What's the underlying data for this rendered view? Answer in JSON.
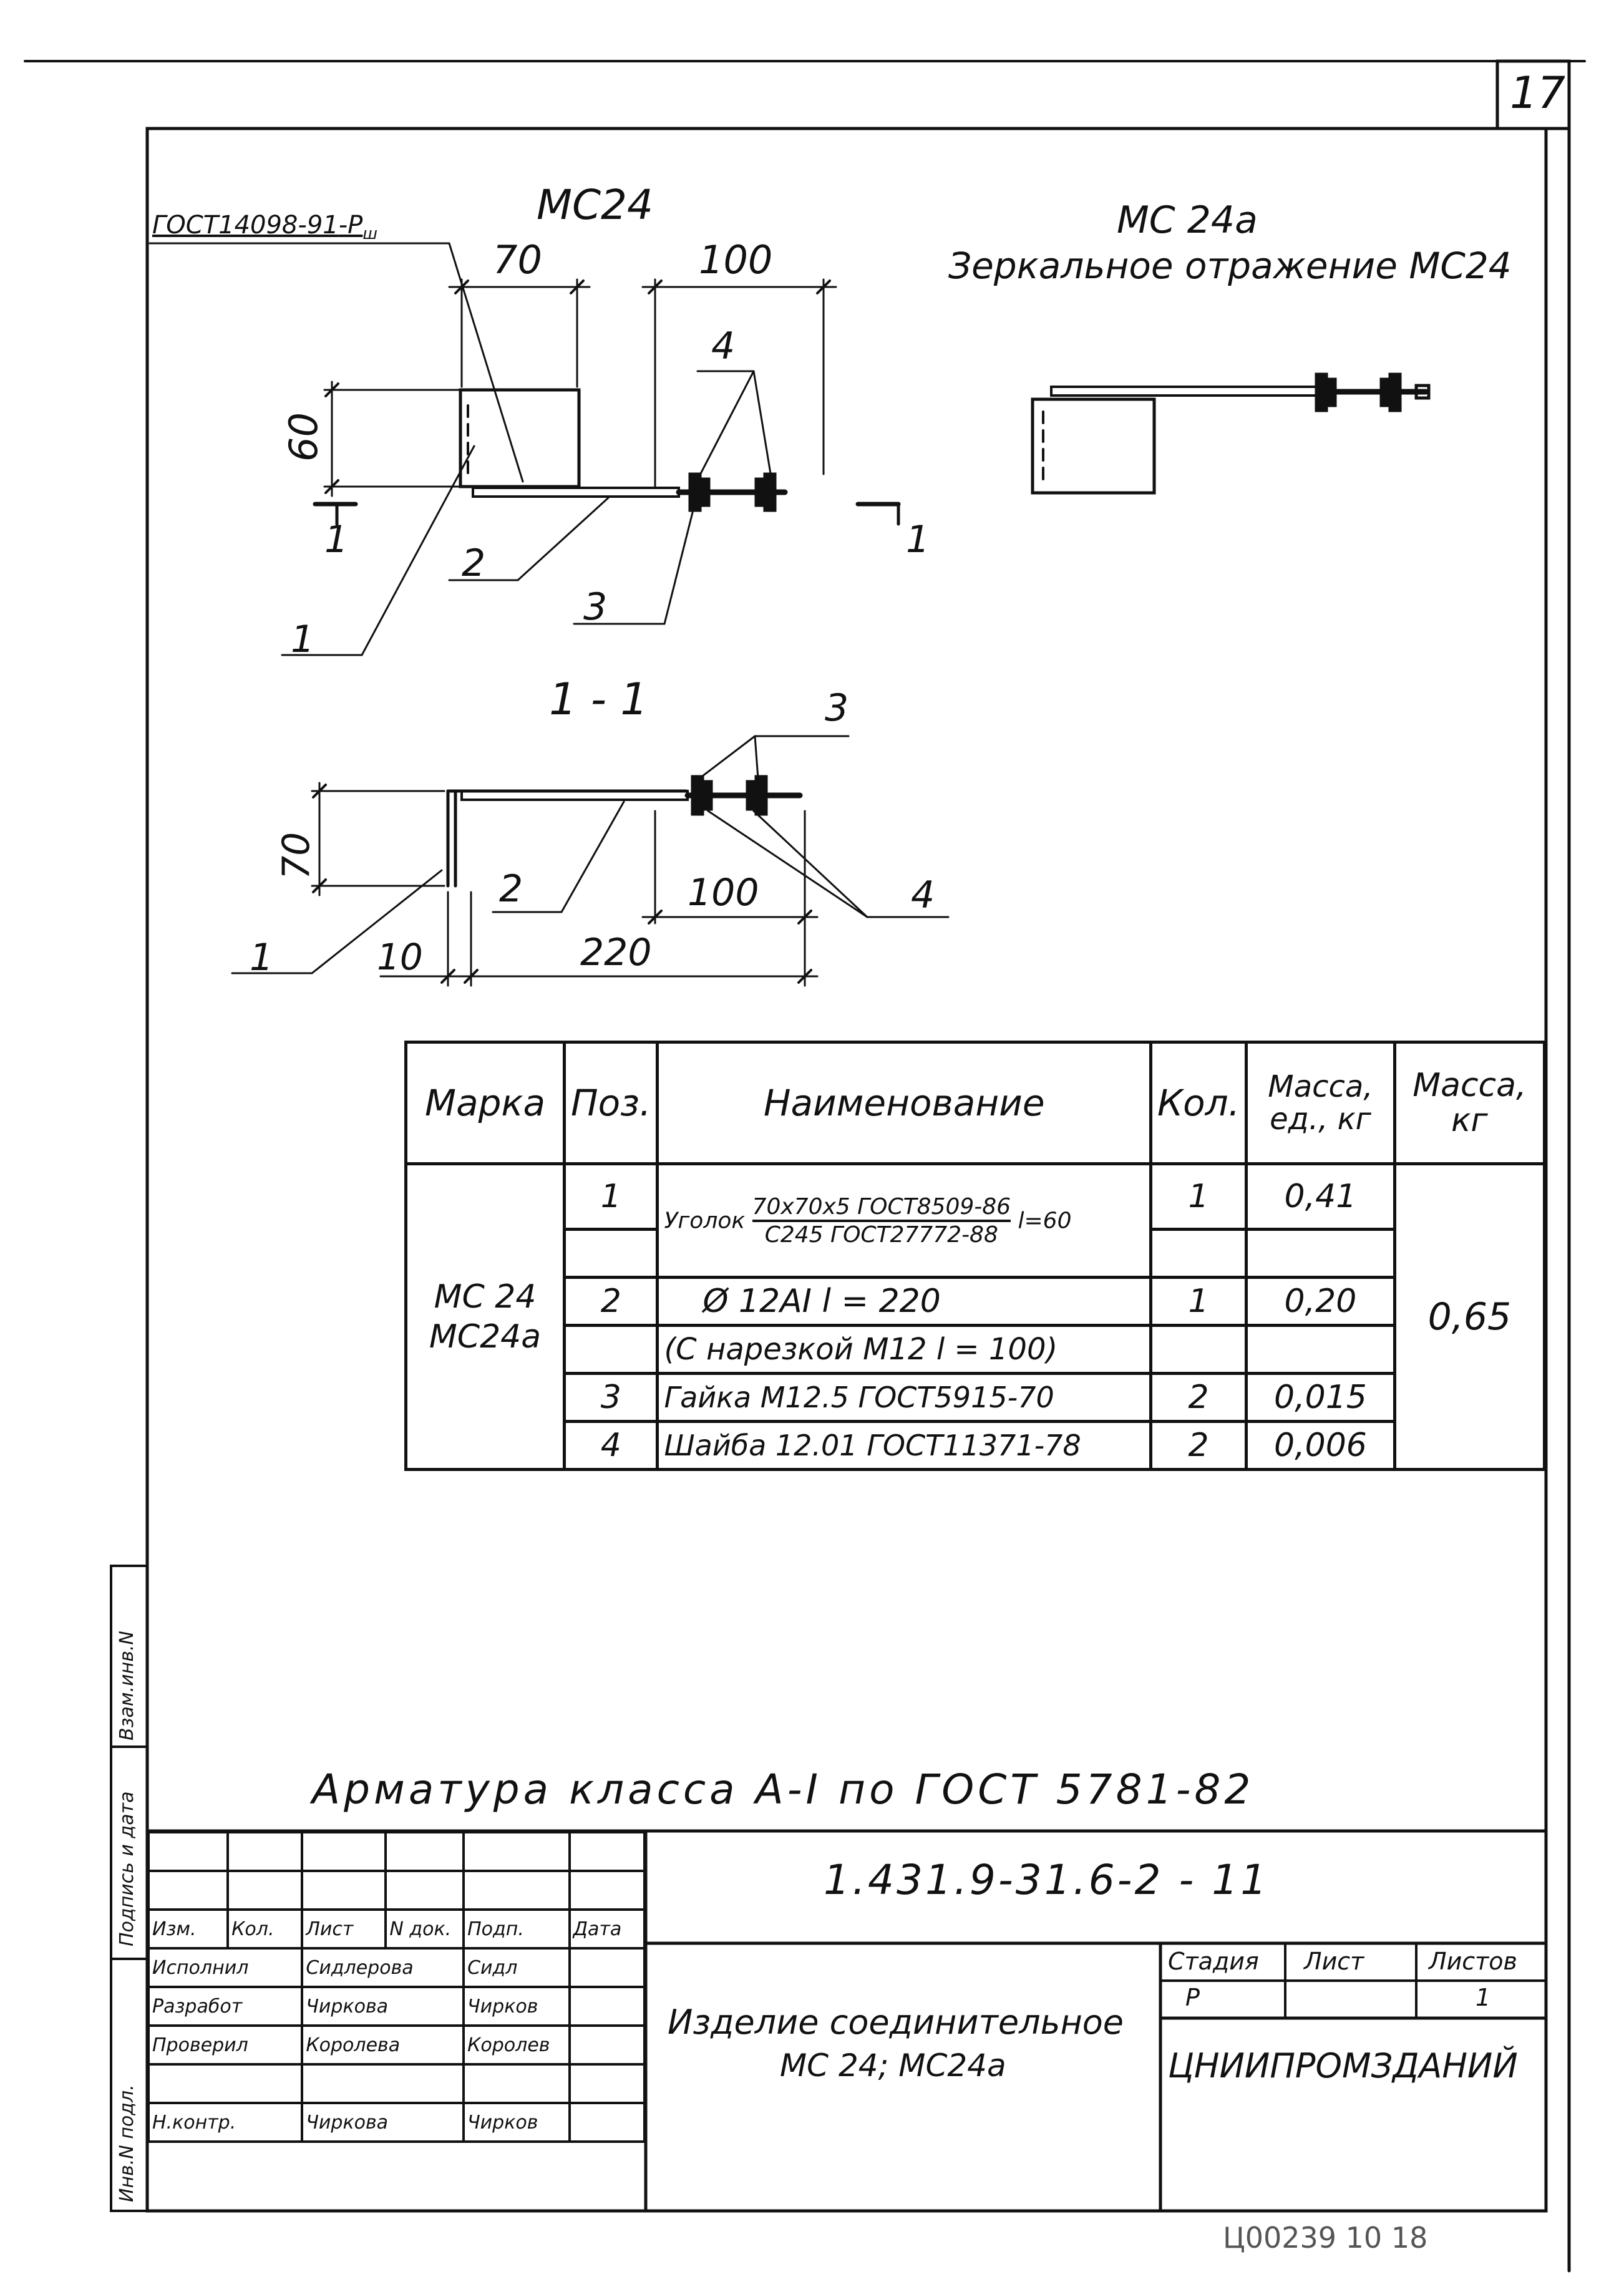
{
  "sheet": {
    "page_number": "17",
    "footer_stamp": "Ц00239 10  18"
  },
  "view_main": {
    "mark": "MC24",
    "gost_weld": "ГОСТ14098-91",
    "weld_suffix": "-P",
    "weld_sub": "ш",
    "dims": {
      "w70": "70",
      "w100": "100",
      "h60": "60"
    },
    "callouts": {
      "p1": "1",
      "p2": "2",
      "p3": "3",
      "p4": "4"
    },
    "section": {
      "left": "1",
      "right": "1"
    }
  },
  "view_mirror": {
    "mark": "MC 24a",
    "caption": "Зеркальное отражение MC24"
  },
  "view_section": {
    "title": "1 - 1",
    "dims": {
      "h70": "70",
      "w100": "100",
      "w220": "220",
      "w10": "10"
    },
    "callouts": {
      "p1": "1",
      "p2": "2",
      "p3": "3",
      "p4": "4"
    }
  },
  "spec_table": {
    "headers": {
      "mark": "Марка",
      "pos": "Поз.",
      "name": "Наименование",
      "qty": "Кол.",
      "mass_unit": "Масса, ед., кг",
      "mass_total": "Масса, кг"
    },
    "marks": [
      "MC 24",
      "MC24a"
    ],
    "rows": [
      {
        "pos": "1",
        "prefix": "Уголок",
        "num": "70x70x5 ГОСТ8509-86",
        "den": "C245 ГОСТ27772-88",
        "suffix": "l=60",
        "qty": "1",
        "mass": "0,41"
      },
      {
        "pos": "",
        "name": "",
        "qty": "",
        "mass": ""
      },
      {
        "pos": "2",
        "name": "Ø 12AI  l = 220",
        "qty": "1",
        "mass": "0,20"
      },
      {
        "pos": "",
        "name": "(С нарезкой M12 l = 100)",
        "qty": "",
        "mass": ""
      },
      {
        "pos": "3",
        "name": "Гайка M12.5 ГОСТ5915-70",
        "qty": "2",
        "mass": "0,015"
      },
      {
        "pos": "4",
        "name": "Шайба 12.01 ГОСТ11371-78",
        "qty": "2",
        "mass": "0,006"
      }
    ],
    "total_mass": "0,65"
  },
  "note": "Арматура класса A-I по ГОСТ 5781-82",
  "title_block": {
    "doc_code": "1.431.9-31.6-2 - 11",
    "product_title_1": "Изделие соединительное",
    "product_title_2": "MC 24; MC24a",
    "stage_header": "Стадия",
    "sheet_header": "Лист",
    "sheets_header": "Листов",
    "stage_value": "P",
    "sheet_value": "",
    "sheets_value": "1",
    "org": "ЦНИИПРОМЗДАНИЙ",
    "cols": [
      "Изм.",
      "Кол.",
      "Лист",
      "N док.",
      "Подп.",
      "Дата"
    ],
    "people": [
      {
        "role": "Исполнил",
        "name": "Сидлерова",
        "sign": "Сидл"
      },
      {
        "role": "Разработ",
        "name": "Чиркова",
        "sign": "Чирков"
      },
      {
        "role": "Проверил",
        "name": "Королева",
        "sign": "Королев"
      },
      {
        "role": "",
        "name": "",
        "sign": ""
      },
      {
        "role": "Н.контр.",
        "name": "Чиркова",
        "sign": "Чирков"
      }
    ]
  },
  "side_stamp": {
    "inv_orig": "Инв.N подл.",
    "sign_date": "Подпись и дата",
    "inv_repl": "Взам.инв.N"
  }
}
